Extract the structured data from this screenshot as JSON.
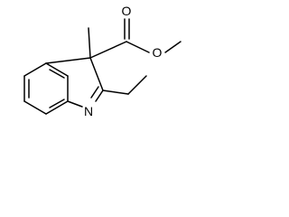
{
  "molecule": {
    "atoms": {
      "ester_oxygen": "O",
      "carbonyl_oxygen": "O",
      "ring_nitrogen": "N"
    },
    "colors": {
      "bond": "#000000",
      "label": "#000000",
      "background": "#ffffff"
    }
  }
}
